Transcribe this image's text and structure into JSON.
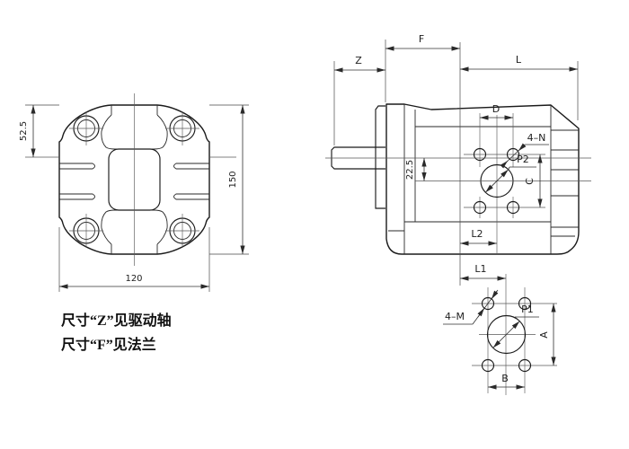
{
  "front_view": {
    "dim_top_offset": "52.5",
    "dim_height": "150",
    "dim_width": "120"
  },
  "side_view": {
    "dim_shaft": "Z",
    "dim_flange": "F",
    "dim_length": "L",
    "dim_hole_spacing_h": "D",
    "dim_hole_spacing_v": "C",
    "dim_port_offset": "22.5",
    "dim_l2": "L2",
    "dim_l1": "L1",
    "label_bolt_holes": "4–N",
    "label_port": "P2"
  },
  "port_view": {
    "dim_vertical": "A",
    "dim_horizontal": "B",
    "label_bolt_holes": "4–M",
    "label_port": "P1"
  },
  "notes": {
    "line1": "尺寸“Z”见驱动轴",
    "line2": "尺寸“F”见法兰"
  },
  "colors": {
    "line": "#1b1b1b",
    "background": "#ffffff"
  }
}
